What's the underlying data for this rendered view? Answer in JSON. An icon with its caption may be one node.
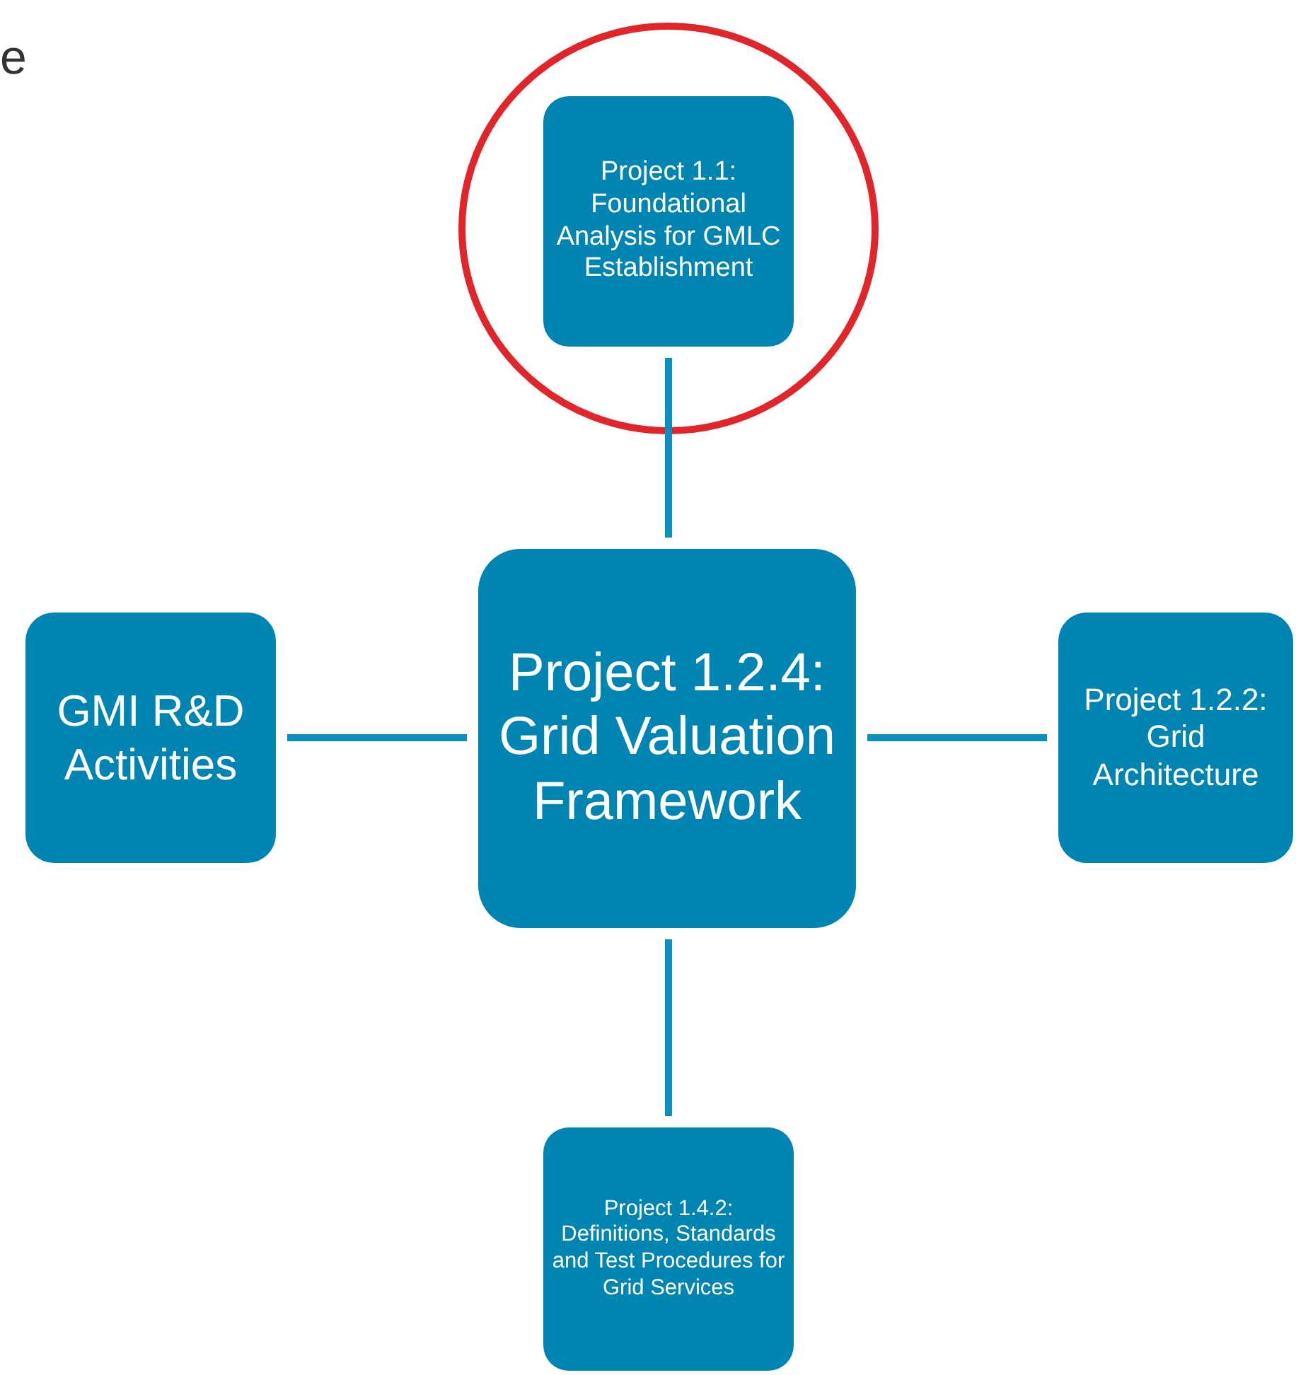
{
  "diagram": {
    "nodes": [
      {
        "text": [
          "Project 1.1: Foundational Analysis for GMLC Establishment"
        ]
      },
      {
        "text": [
          "Project 1.2.4: Grid Valuation Framework"
        ]
      },
      {
        "text": [
          "GMI R&D Activities"
        ]
      },
      {
        "text": [
          "Project 1.2.2: Grid Architecture"
        ]
      },
      {
        "text": [
          "Project 1.4.2: Definitions, Standards and Test Procedures for Grid Services"
        ]
      }
    ],
    "edges": [
      {
        "from": 1,
        "to": 0,
        "arrow": "none"
      },
      {
        "from": 2,
        "to": 1,
        "arrow": "none"
      },
      {
        "from": 1,
        "to": 3,
        "arrow": "none"
      },
      {
        "from": 1,
        "to": 4,
        "arrow": "none"
      }
    ],
    "labels": [
      "e"
    ]
  }
}
